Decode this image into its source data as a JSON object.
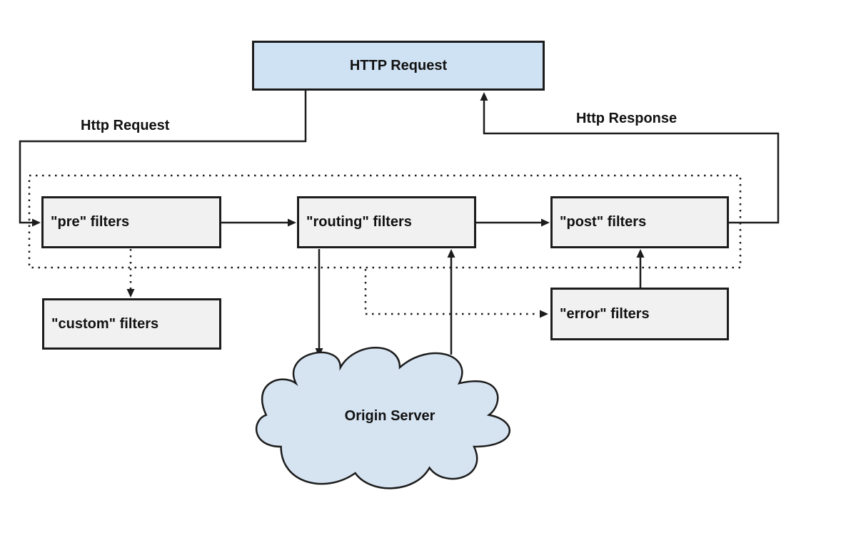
{
  "nodes": {
    "http_request": "HTTP Request",
    "pre": "\"pre\" filters",
    "routing": "\"routing\" filters",
    "post": "\"post\" filters",
    "custom": "\"custom\" filters",
    "error": "\"error\" filters",
    "origin": "Origin Server"
  },
  "labels": {
    "request": "Http Request",
    "response": "Http Response"
  },
  "colors": {
    "node_blue": "#cfe2f3",
    "node_gray": "#f1f1f1",
    "cloud_blue": "#d6e4f2",
    "stroke": "#1c1c1c"
  }
}
